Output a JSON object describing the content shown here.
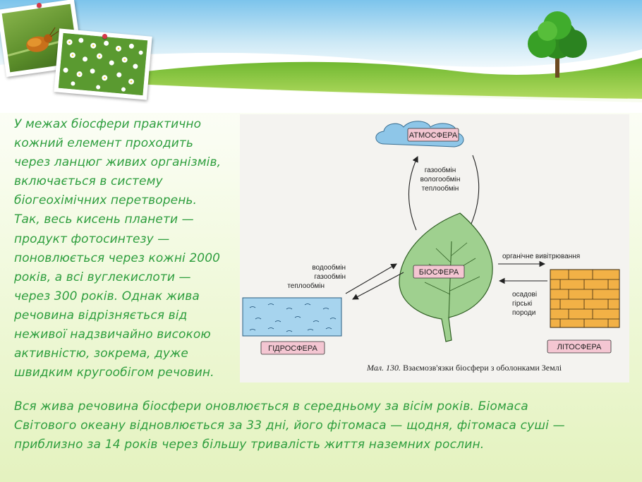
{
  "paragraph_left": "У межах біосфери практично\nкожний елемент проходить\nчерез ланцюг живих організмів,\nвключається в систему\nбіогеохімічних перетворень.\nТак, весь кисень планети —\nпродукт фотосинтезу —\nпоновлюється через кожні 2000\nроків, а всі вуглекислоти —\nчерез 300 років. Однак жива\nречовина відрізняється від\nнеживої надзвичайно високою\nактивністю, зокрема, дуже\nшвидким кругообігом речовин.",
  "paragraph_bottom": "Вся жива речовина біосфери оновлюється в середньому за вісім років. Біомаса\nСвітового океану відновлюється за 33 дні, його фітомаса — щодня, фітомаса суші —\nприблизно за 14 років через більшу тривалість життя наземних рослин.",
  "diagram": {
    "atmosphere": "АТМОСФЕРА",
    "biosphere": "БІОСФЕРА",
    "hydrosphere": "ГІДРОСФЕРА",
    "lithosphere": "ЛІТОСФЕРА",
    "atm_exchange": [
      "газообмін",
      "вологообмін",
      "теплообмін"
    ],
    "hydro_exchange": [
      "водообмін",
      "газообмін",
      "теплообмін"
    ],
    "organic_weathering": "органічне вивітрювання",
    "sediments": [
      "осадові",
      "гірські",
      "породи"
    ],
    "caption_number": "Мал. 130.",
    "caption_text": "Взаємозв'язки біосфери з оболонками Землі"
  },
  "colors": {
    "text_green": "#2e9e3e",
    "cloud_blue": "#8ec6e8",
    "water_blue": "#a7d4ee",
    "leaf_green": "#9fd08f",
    "brick_orange": "#f2b146",
    "label_pink": "#f4c6d2"
  }
}
